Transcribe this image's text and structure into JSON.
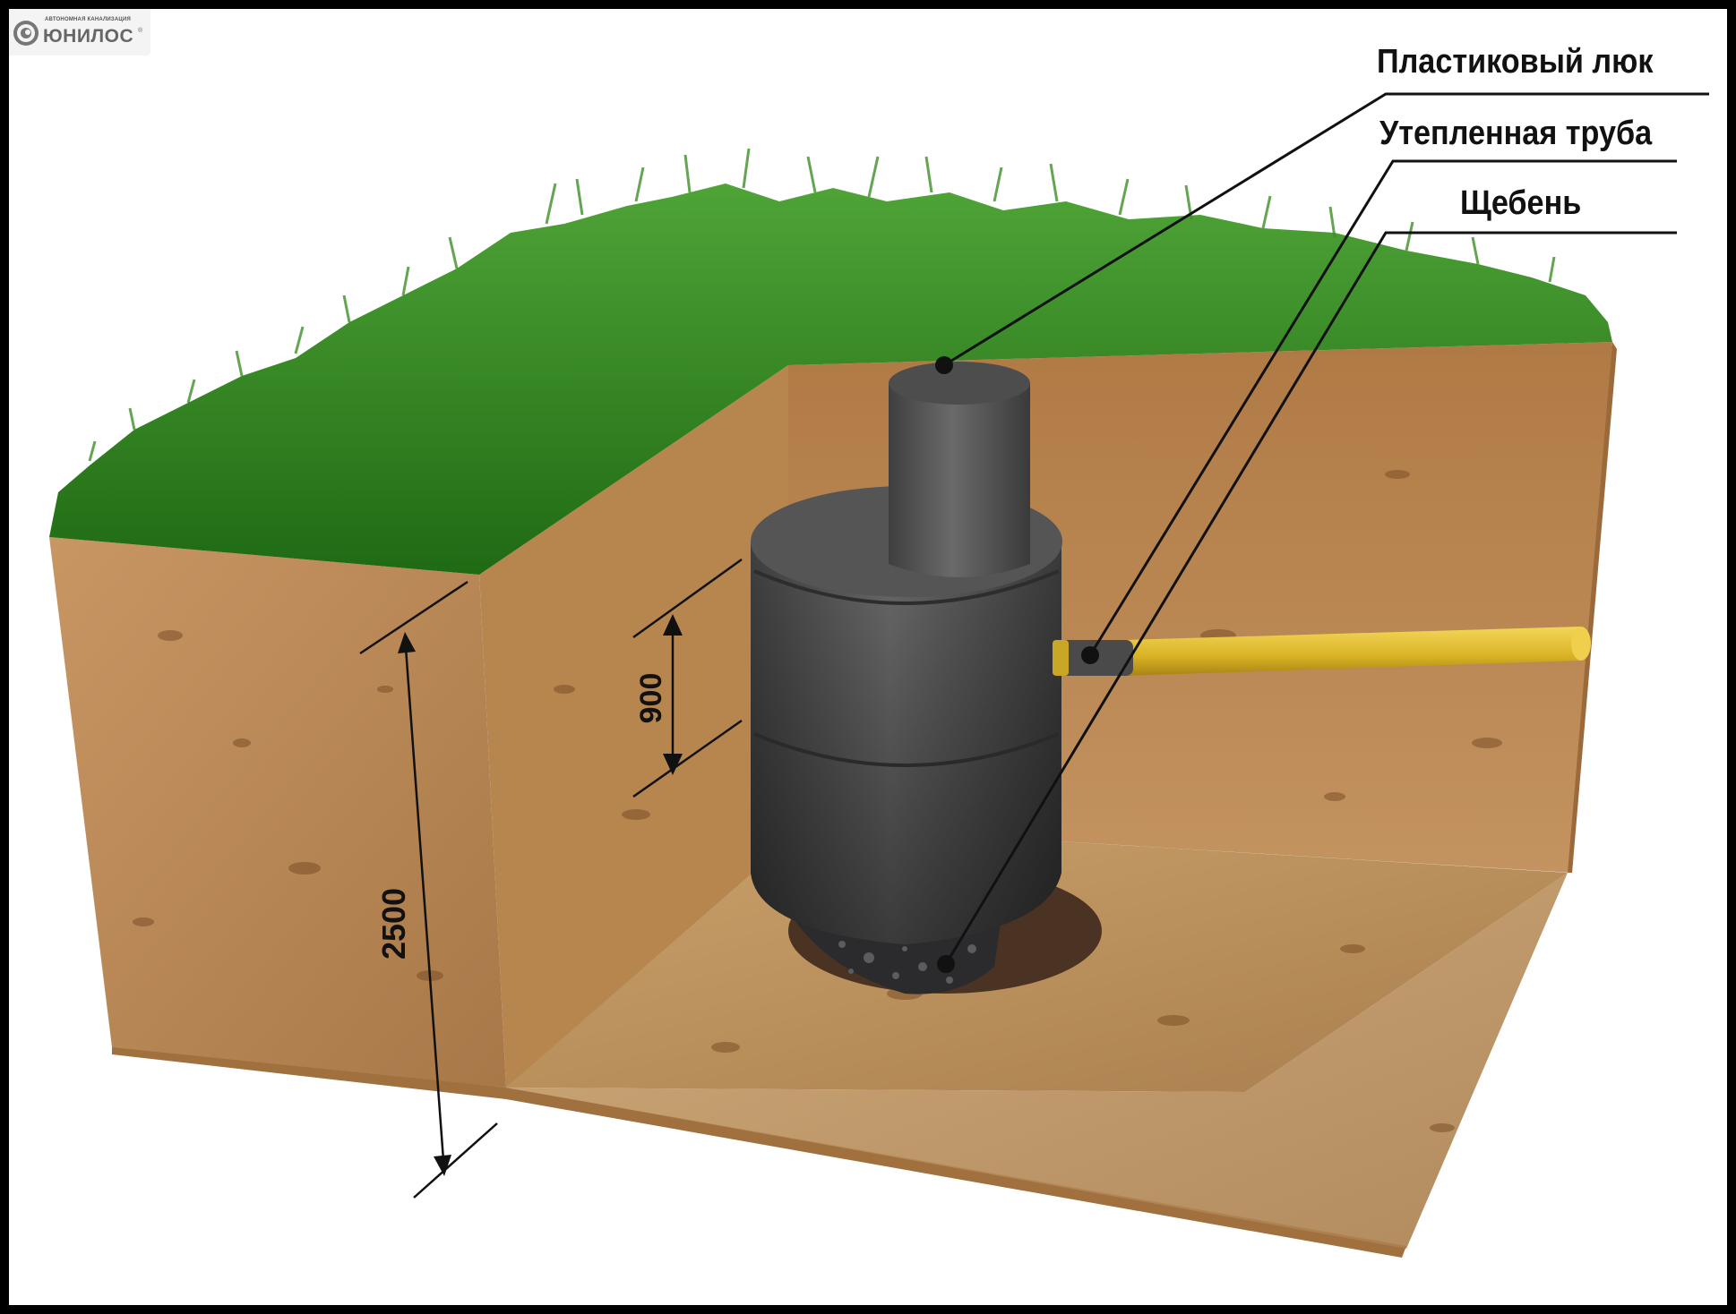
{
  "logo": {
    "tagline": "АВТОНОМНАЯ КАНАЛИЗАЦИЯ",
    "brand": "ЮНИЛОС",
    "registered": "®"
  },
  "callouts": {
    "hatch": "Пластиковый люк",
    "pipe": "Утепленная труба",
    "gravel": "Щебень"
  },
  "dimensions": {
    "ring_height": "900",
    "total_depth": "2500"
  },
  "colors": {
    "grass": "#2f7d1f",
    "soil": "#b98a55",
    "concrete": "#5a5a5a",
    "pipe": "#e2c12e"
  }
}
